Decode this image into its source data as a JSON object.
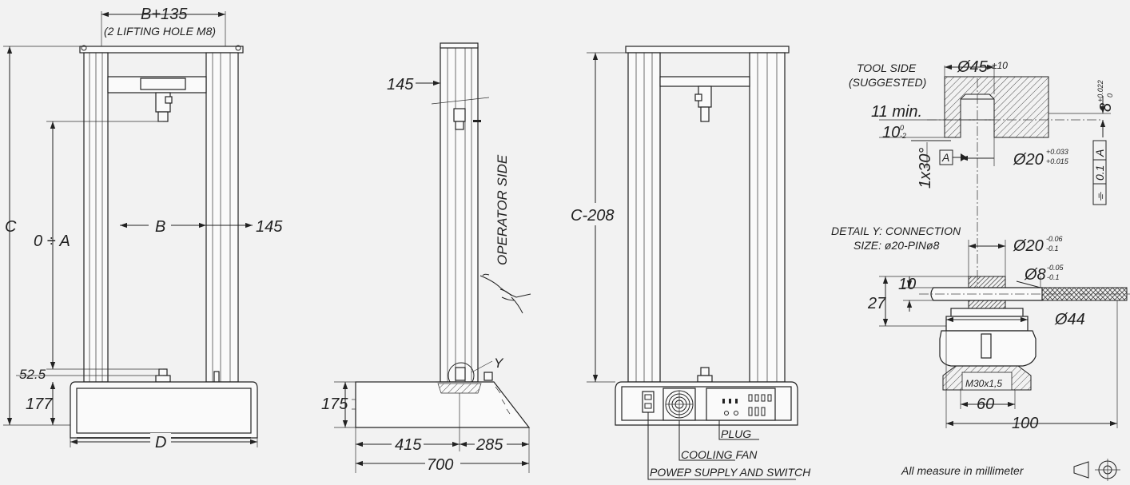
{
  "front_view": {
    "top_dim": "B+135",
    "lifting_hole": "(2 LIFTING HOLE M8)",
    "height_dim": "C",
    "stroke_dim": "0 ÷ A",
    "width_dim": "B",
    "column_dim": "145",
    "low_dim": "52.5",
    "base_dim": "177",
    "base_width_dim": "D"
  },
  "side_view": {
    "top_offset_dim": "145",
    "operator_side": "OPERATOR SIDE",
    "detail_marker": "Y",
    "base_height_dim": "175",
    "front_depth_dim": "415",
    "rear_depth_dim": "285",
    "total_depth_dim": "700"
  },
  "rear_view": {
    "height_dim": "C-208",
    "callouts": [
      "PLUG",
      "COOLING FAN",
      "POWEP SUPPLY AND SWITCH"
    ]
  },
  "tool_detail": {
    "title_line1": "TOOL SIDE",
    "title_line2": "(SUGGESTED)",
    "bore_dia": "Ø45",
    "bore_tol": "±10",
    "depth_min": "11 min.",
    "depth_10": "10",
    "depth_10_tol_upper": "0",
    "depth_10_tol_lower": "-2",
    "chamfer": "1x30°",
    "datum_label": "A",
    "pin_dia": "Ø20",
    "pin_tol_upper": "+0.033",
    "pin_tol_lower": "+0.015",
    "offset_8": "8",
    "offset_8_tol_upper": "+0.022",
    "offset_8_tol_lower": "0",
    "fcf_symbol": "⌯",
    "fcf_value": "0.1",
    "fcf_datum": "A"
  },
  "connection_detail": {
    "title_line1": "DETAIL Y: CONNECTION",
    "title_line2": "SIZE: ø20-PINø8",
    "shaft_dia": "Ø20",
    "shaft_tol_upper": "-0.06",
    "shaft_tol_lower": "-0.1",
    "pin_dia": "Ø8",
    "pin_tol_upper": "-0.05",
    "pin_tol_lower": "-0.1",
    "dim_10": "10",
    "dim_27": "27",
    "collar_dia": "Ø44",
    "thread": "M30x1,5",
    "dim_60": "60",
    "dim_100": "100"
  },
  "footer": {
    "units_note": "All measure in millimeter"
  }
}
